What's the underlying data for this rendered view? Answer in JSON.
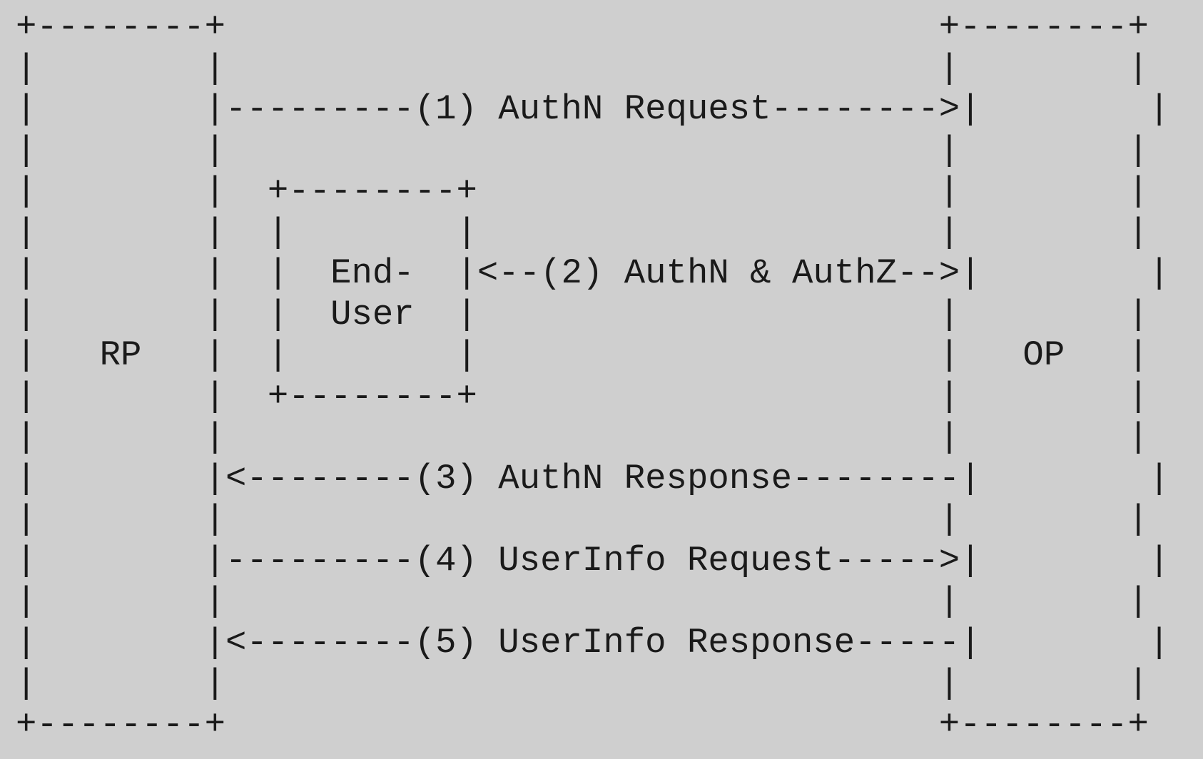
{
  "diagram": {
    "lines": [
      "+--------+                                  +--------+",
      "|        |                                  |        |",
      "|        |---------(1) AuthN Request-------->|        |",
      "|        |                                  |        |",
      "|        |  +--------+                      |        |",
      "|        |  |        |                      |        |",
      "|        |  |  End-  |<--(2) AuthN & AuthZ-->|        |",
      "|        |  |  User  |                      |        |",
      "|   RP   |  |        |                      |   OP   |",
      "|        |  +--------+                      |        |",
      "|        |                                  |        |",
      "|        |<--------(3) AuthN Response--------|        |",
      "|        |                                  |        |",
      "|        |---------(4) UserInfo Request----->|        |",
      "|        |                                  |        |",
      "|        |<--------(5) UserInfo Response-----|        |",
      "|        |                                  |        |",
      "+--------+                                  +--------+"
    ]
  }
}
